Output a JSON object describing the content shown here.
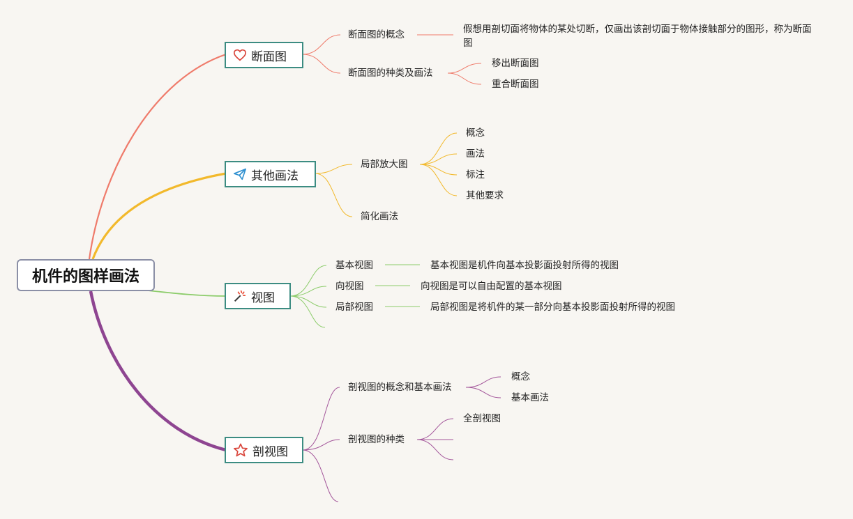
{
  "root": {
    "label": "机件的图样画法"
  },
  "branches": {
    "duanmiantu": {
      "label": "断面图",
      "icon": "heart-icon",
      "color": "#ef7b6b",
      "concept": {
        "label": "断面图的概念",
        "detail": "假想用剖切面将物体的某处切断，仅画出该剖切面于物体接触部分的图形，称为断面图"
      },
      "types": {
        "label": "断面图的种类及画法",
        "items": [
          "移出断面图",
          "重合断面图"
        ]
      }
    },
    "qitahuafa": {
      "label": "其他画法",
      "icon": "paper-plane-icon",
      "color": "#f2b92c",
      "enlarge": {
        "label": "局部放大图",
        "items": [
          "概念",
          "画法",
          "标注",
          "其他要求"
        ]
      },
      "simplified": {
        "label": "简化画法"
      }
    },
    "shitu": {
      "label": "视图",
      "icon": "magic-wand-icon",
      "color": "#8ccc6a",
      "items": [
        {
          "label": "基本视图",
          "detail": "基本视图是机件向基本投影面投射所得的视图"
        },
        {
          "label": "向视图",
          "detail": "向视图是可以自由配置的基本视图"
        },
        {
          "label": "局部视图",
          "detail": "局部视图是将机件的某一部分向基本投影面投射所得的视图"
        }
      ]
    },
    "poushitu": {
      "label": "剖视图",
      "icon": "star-icon",
      "color": "#a3559a",
      "concept": {
        "label": "剖视图的概念和基本画法",
        "items": [
          "概念",
          "基本画法"
        ]
      },
      "types": {
        "label": "剖视图的种类",
        "items": [
          "全剖视图"
        ]
      }
    }
  }
}
